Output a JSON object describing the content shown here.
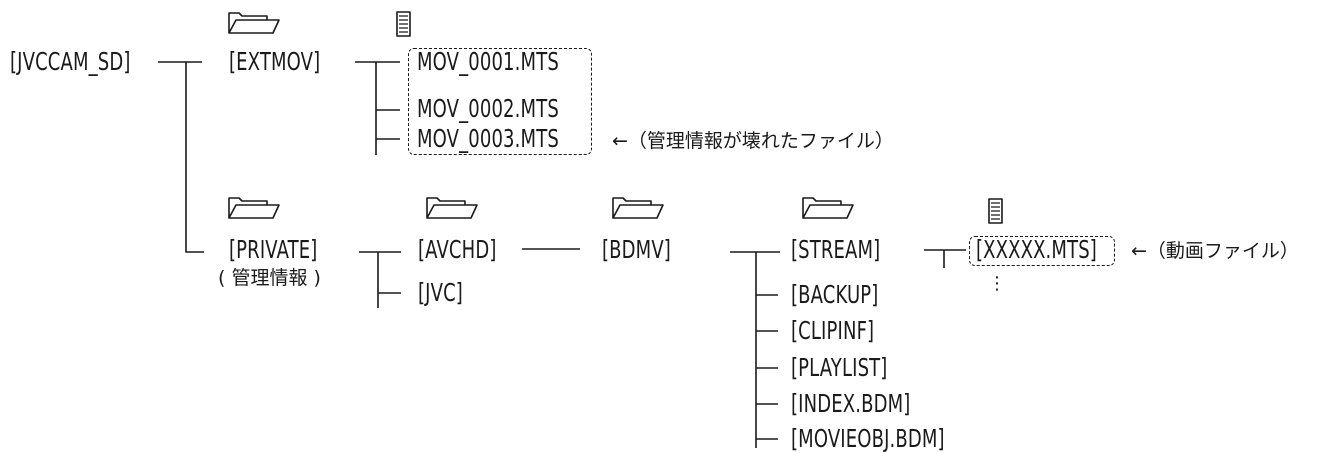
{
  "tree": {
    "root": "[JVCCAM_SD]",
    "extmov": {
      "folder": "[EXTMOV]",
      "files": [
        "MOV_0001.MTS",
        "MOV_0002.MTS",
        "MOV_0003.MTS"
      ],
      "note": "←（管理情報が壊れたファイル）"
    },
    "private": {
      "folder": "[PRIVATE]",
      "caption": "( 管理情報 )",
      "avchd": "[AVCHD]",
      "jvc": "[JVC]",
      "bdmv": "[BDMV]",
      "bdmv_children": [
        "[STREAM]",
        "[BACKUP]",
        "[CLIPINF]",
        "[PLAYLIST]",
        "[INDEX.BDM]",
        "[MOVIEOBJ.BDM]"
      ],
      "stream_file": "[XXXXX.MTS]",
      "more": "⋮",
      "note": "←（動画ファイル）"
    }
  }
}
